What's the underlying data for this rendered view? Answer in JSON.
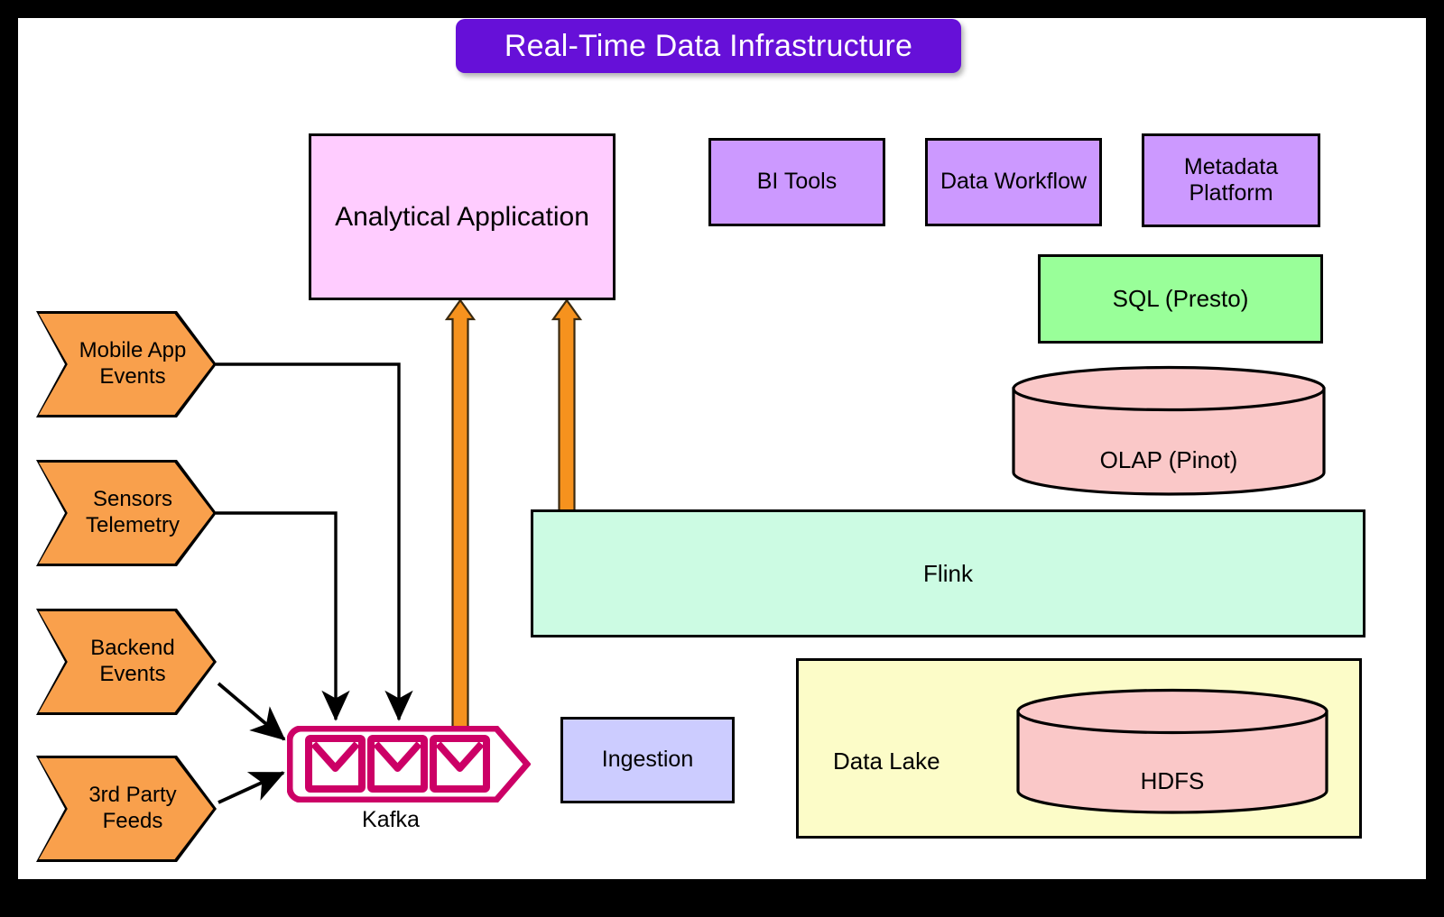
{
  "diagram": {
    "title": "Real-Time Data Infrastructure",
    "frame_background": "#ffffff",
    "outer_border": "#000000"
  },
  "colors": {
    "title_banner": "#6610d8",
    "title_text": "#ffffff",
    "source_node": "#F9A04C",
    "analytical_app": "#FFCCFF",
    "tool_box": "#CC99FF",
    "sql_box": "#99FF99",
    "cylinder": "#FAC8C8",
    "flink_box": "#CCFBE3",
    "ingestion_box": "#CCCCFF",
    "data_lake_box": "#FCFCC8",
    "kafka": "#CC0066",
    "arrow_orange": "#F6921E",
    "stroke": "#000000"
  },
  "sources": [
    {
      "id": "mobile-app-events",
      "label_line1": "Mobile App",
      "label_line2": "Events"
    },
    {
      "id": "sensors-telemetry",
      "label_line1": "Sensors",
      "label_line2": "Telemetry"
    },
    {
      "id": "backend-events",
      "label_line1": "Backend",
      "label_line2": "Events"
    },
    {
      "id": "third-party-feeds",
      "label_line1": "3rd Party",
      "label_line2": "Feeds"
    }
  ],
  "nodes": {
    "analytical_application": {
      "label": "Analytical Application"
    },
    "bi_tools": {
      "label": "BI Tools"
    },
    "data_workflow": {
      "label": "Data Workflow"
    },
    "metadata_platform": {
      "label_line1": "Metadata",
      "label_line2": "Platform"
    },
    "sql_presto": {
      "label": "SQL (Presto)"
    },
    "olap_pinot": {
      "label": "OLAP (Pinot)"
    },
    "flink": {
      "label": "Flink"
    },
    "ingestion": {
      "label": "Ingestion"
    },
    "data_lake": {
      "label": "Data Lake"
    },
    "hdfs": {
      "label": "HDFS"
    },
    "kafka": {
      "label": "Kafka",
      "message_count": 3,
      "icon": "envelope-icon"
    }
  },
  "edges": [
    {
      "from": "mobile-app-events",
      "to": "kafka",
      "style": "orthogonal",
      "arrowhead": "filled"
    },
    {
      "from": "sensors-telemetry",
      "to": "kafka",
      "style": "orthogonal",
      "arrowhead": "filled"
    },
    {
      "from": "backend-events",
      "to": "kafka",
      "style": "diagonal",
      "arrowhead": "filled"
    },
    {
      "from": "third-party-feeds",
      "to": "kafka",
      "style": "diagonal",
      "arrowhead": "filled"
    },
    {
      "from": "kafka",
      "to": "analytical_application",
      "style": "block-arrow",
      "color": "#F6921E"
    },
    {
      "from": "flink",
      "to": "analytical_application",
      "style": "block-arrow",
      "color": "#F6921E"
    }
  ]
}
